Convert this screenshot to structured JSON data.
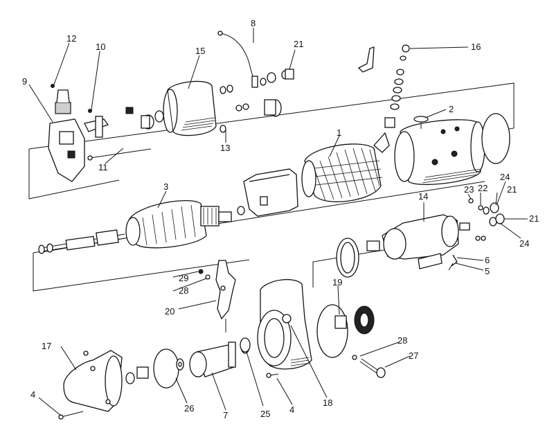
{
  "diagram": {
    "callouts": [
      {
        "id": "c1",
        "text": "1"
      },
      {
        "id": "c2",
        "text": "2"
      },
      {
        "id": "c3",
        "text": "3"
      },
      {
        "id": "c4a",
        "text": "4"
      },
      {
        "id": "c4b",
        "text": "4"
      },
      {
        "id": "c5",
        "text": "5"
      },
      {
        "id": "c6",
        "text": "6"
      },
      {
        "id": "c7",
        "text": "7"
      },
      {
        "id": "c8",
        "text": "8"
      },
      {
        "id": "c9",
        "text": "9"
      },
      {
        "id": "c10",
        "text": "10"
      },
      {
        "id": "c11",
        "text": "11"
      },
      {
        "id": "c12",
        "text": "12"
      },
      {
        "id": "c13",
        "text": "13"
      },
      {
        "id": "c14",
        "text": "14"
      },
      {
        "id": "c15",
        "text": "15"
      },
      {
        "id": "c16",
        "text": "16"
      },
      {
        "id": "c17",
        "text": "17"
      },
      {
        "id": "c18",
        "text": "18"
      },
      {
        "id": "c19",
        "text": "19"
      },
      {
        "id": "c20",
        "text": "20"
      },
      {
        "id": "c21a",
        "text": "21"
      },
      {
        "id": "c21b",
        "text": "21"
      },
      {
        "id": "c21c",
        "text": "21"
      },
      {
        "id": "c22",
        "text": "22"
      },
      {
        "id": "c23",
        "text": "23"
      },
      {
        "id": "c24a",
        "text": "24"
      },
      {
        "id": "c24b",
        "text": "24"
      },
      {
        "id": "c25",
        "text": "25"
      },
      {
        "id": "c26",
        "text": "26"
      },
      {
        "id": "c27",
        "text": "27"
      },
      {
        "id": "c28a",
        "text": "28"
      },
      {
        "id": "c28b",
        "text": "28"
      },
      {
        "id": "c29",
        "text": "29"
      }
    ]
  }
}
